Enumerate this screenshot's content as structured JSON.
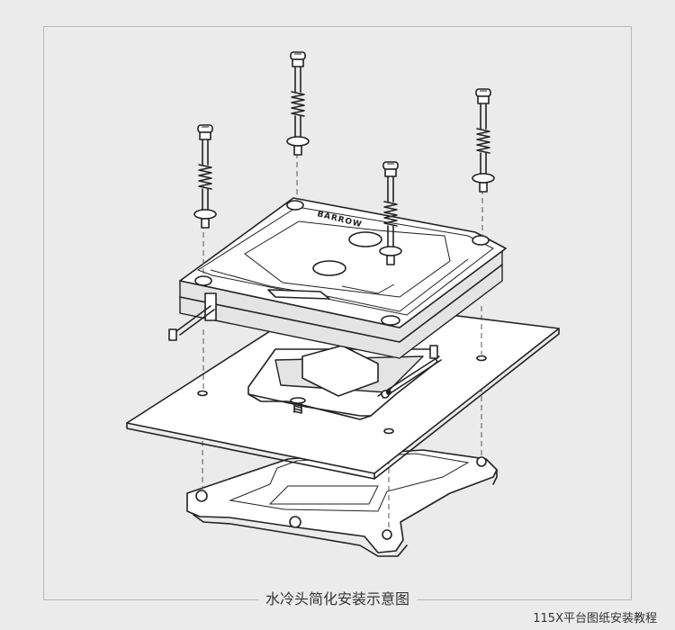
{
  "caption": "水冷头简化安装示意图",
  "footer": "115X平台图纸安装教程",
  "block_marking": "BARROW",
  "colors": {
    "background": "#ebebeb",
    "line": "#222222",
    "frame": "#b9b9b9"
  },
  "parts": [
    "mounting-screw-with-spring",
    "water-block",
    "cpu-socket",
    "motherboard",
    "backplate"
  ]
}
